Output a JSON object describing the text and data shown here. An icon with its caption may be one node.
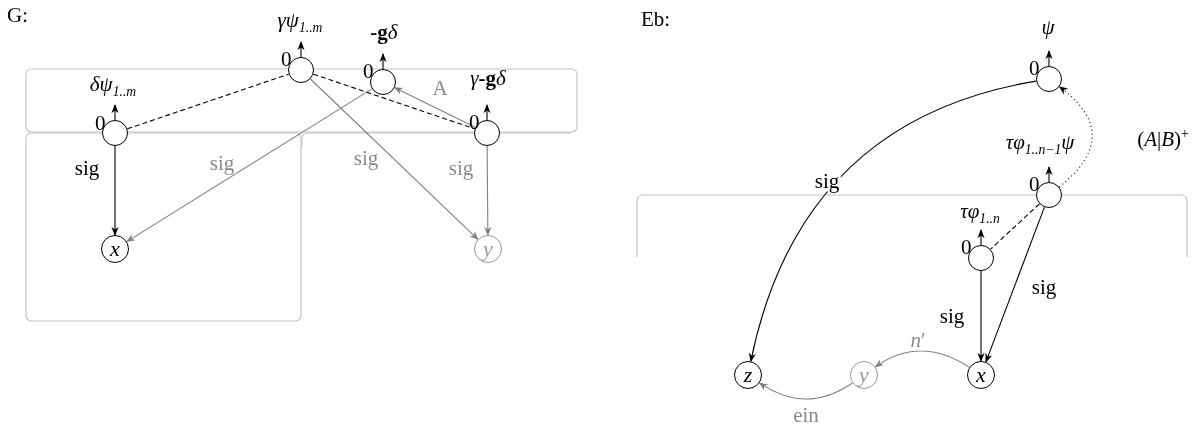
{
  "diagram": {
    "nodes": [
      {
        "text": [
          "δψ$_{1..m}$"
        ],
        "beside": [
          "0"
        ]
      },
      {
        "text": [
          "γψ$_{1..m}$"
        ],
        "beside": [
          "0"
        ]
      },
      {
        "text": [
          "**-g**δ"
        ],
        "beside": [
          "0"
        ]
      },
      {
        "text": [
          "γ**-g**δ"
        ],
        "beside": [
          "0"
        ]
      },
      {
        "text": [
          "x"
        ]
      },
      {
        "text": [
          "y"
        ]
      },
      {
        "text": [
          "ψ"
        ],
        "beside": [
          "0"
        ]
      },
      {
        "text": [
          "τφ$_{1..n−1}$ψ"
        ],
        "beside": [
          "0"
        ]
      },
      {
        "text": [
          "τφ$_{1..n}$"
        ],
        "beside": [
          "0"
        ]
      },
      {
        "text": [
          "z"
        ]
      },
      {
        "text": [
          "y"
        ]
      },
      {
        "text": [
          "x"
        ]
      }
    ],
    "edges": [
      {
        "from": 0,
        "to": 1,
        "arrow": "none",
        "style": "dashed"
      },
      {
        "from": 1,
        "to": 3,
        "arrow": "none",
        "style": "dashed"
      },
      {
        "from": 3,
        "to": 2,
        "arrow": "to",
        "label": "A",
        "color": "#808080"
      },
      {
        "from": 0,
        "to": 4,
        "arrow": "to",
        "label": "sig"
      },
      {
        "from": 2,
        "to": 4,
        "arrow": "to",
        "label": "sig",
        "color": "#808080"
      },
      {
        "from": 1,
        "to": 5,
        "arrow": "to",
        "label": "sig",
        "color": "#808080"
      },
      {
        "from": 3,
        "to": 5,
        "arrow": "to",
        "label": "sig",
        "color": "#808080"
      },
      {
        "from": 6,
        "to": 9,
        "arrow": "to",
        "label": "sig"
      },
      {
        "from": 7,
        "to": 6,
        "arrow": "to",
        "label": "(*A*|*B*)$^{+}$",
        "style": "dashed"
      },
      {
        "from": 7,
        "to": 8,
        "arrow": "none",
        "style": "dashed"
      },
      {
        "from": 7,
        "to": 11,
        "arrow": "to",
        "label": "sig"
      },
      {
        "from": 8,
        "to": 11,
        "arrow": "to",
        "label": "sig"
      },
      {
        "from": 11,
        "to": 10,
        "arrow": "to",
        "label": "*n*′",
        "color": "#808080"
      },
      {
        "from": 10,
        "to": 9,
        "arrow": "to",
        "label": "ein",
        "color": "#808080"
      }
    ],
    "labels": [
      "G:",
      "Eb:"
    ]
  }
}
